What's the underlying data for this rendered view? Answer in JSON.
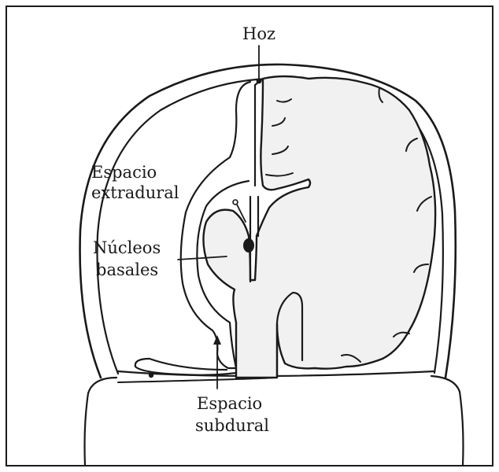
{
  "figure": {
    "labels": {
      "hoz": "Hoz",
      "extradural_1": "Espacio",
      "extradural_2": "extradural",
      "nucleos_1": "Núcleos",
      "nucleos_2": "basales",
      "subdural_1": "Espacio",
      "subdural_2": "subdural"
    }
  }
}
